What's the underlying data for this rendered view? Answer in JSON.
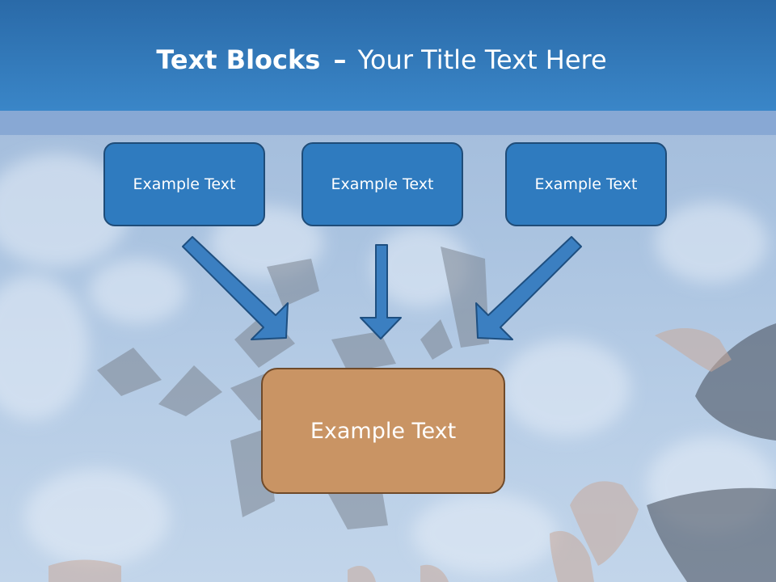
{
  "title": {
    "bold": "Text Blocks",
    "separator": "–",
    "rest": "Your Title Text Here"
  },
  "blocks": {
    "top": [
      {
        "label": "Example Text"
      },
      {
        "label": "Example Text"
      },
      {
        "label": "Example Text"
      }
    ],
    "bottom": {
      "label": "Example Text"
    }
  },
  "colors": {
    "title_bar": "#3a86c8",
    "top_box_fill": "#2f7bbf",
    "top_box_border": "#1f4c78",
    "bottom_box_fill": "#c99464",
    "bottom_box_border": "#6f4a2a",
    "arrow_fill": "#3b7fc1",
    "arrow_stroke": "#1e4f80"
  }
}
